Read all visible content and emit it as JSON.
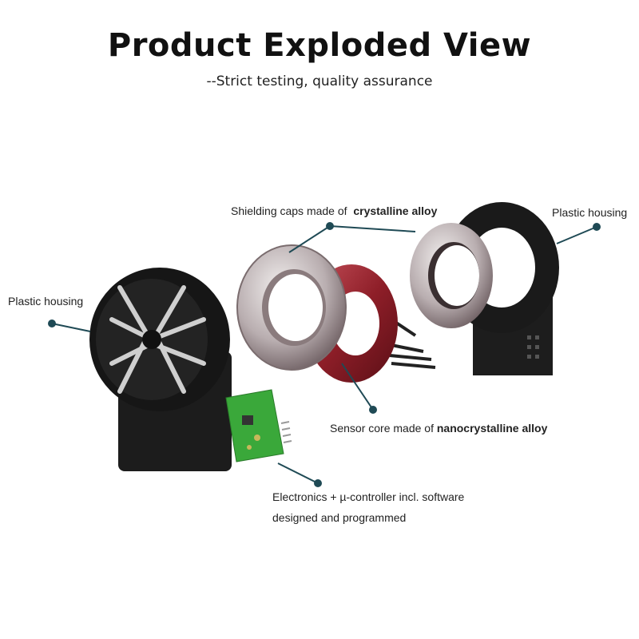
{
  "header": {
    "title": "Product Exploded View",
    "subtitle": "--Strict testing, quality assurance"
  },
  "callouts": {
    "left_housing": "Plastic housing",
    "shield_prefix": "Shielding caps made of",
    "shield_bold": "crystalline alloy",
    "right_housing": "Plastic housing",
    "core_prefix": "Sensor core made of",
    "core_bold": "nanocrystalline alloy",
    "electronics_line1": "Electronics + µ-controller incl. software",
    "electronics_line2": "designed and programmed"
  },
  "colors": {
    "callout_line": "#1f4a55",
    "core": "#8e1e28",
    "pcb": "#3aa83a"
  }
}
